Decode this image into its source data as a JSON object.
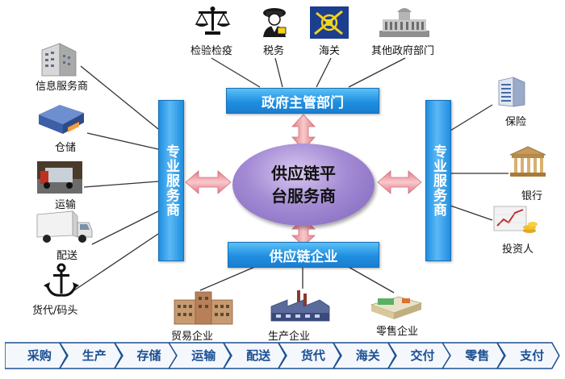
{
  "gov": {
    "labels": [
      "检验检疫",
      "税务",
      "海关",
      "其他政府部门"
    ],
    "bar": "政府主管部门"
  },
  "center": {
    "line1": "供应链平",
    "line2": "台服务商"
  },
  "enterprise": {
    "bar": "供应链企业",
    "labels": [
      "贸易企业",
      "生产企业",
      "零售企业"
    ]
  },
  "left": {
    "bar": "专业服务商",
    "labels": [
      "信息服务商",
      "仓储",
      "运输",
      "配送",
      "货代/码头"
    ]
  },
  "right": {
    "bar": "专业服务商",
    "labels": [
      "保险",
      "银行",
      "投资人"
    ]
  },
  "flow": [
    "采购",
    "生产",
    "存储",
    "运输",
    "配送",
    "货代",
    "海关",
    "交付",
    "零售",
    "支付"
  ],
  "colors": {
    "bar_blue": "#2b94e6",
    "arrow_pink": "#f0a0a8",
    "ellipse_purple": "#a48bd4",
    "flow_border": "#1b4f93"
  }
}
